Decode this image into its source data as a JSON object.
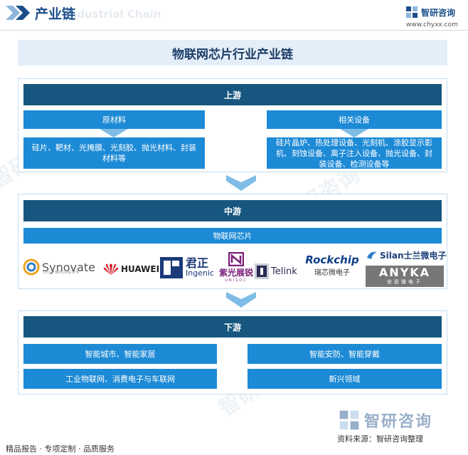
{
  "header": {
    "title": "产业链",
    "ghost_text": "Industrial Chain",
    "brand_name": "智研咨询",
    "brand_url": "www.chyxx.com"
  },
  "main_title": "物联网芯片行业产业链",
  "upstream": {
    "title": "上游",
    "left_head": "原材料",
    "left_body": "硅片、靶材、光掩膜、光刻胶、抛光材料、封装材料等",
    "right_head": "相关设备",
    "right_body": "硅片晶炉、热处理设备、光刻机、涂胶显示影机、刻蚀设备、离子注入设备、抛光设备、封装设备、检测设备等"
  },
  "midstream": {
    "title": "中游",
    "subtitle": "物联网芯片",
    "logos": {
      "synovate": "Synovate",
      "synovate_sub": "TECHNOLOGIES",
      "huawei": "HUAWEI",
      "ingenic_cn": "君正",
      "ingenic_en": "Ingenic",
      "unigroup": "紫光展锐",
      "unigroup_sub": "UNISOC",
      "telink": "Telink",
      "rockchip": "Rockchip",
      "rockchip_cn": "瑞芯微电子",
      "silan": "Silan士兰微电子",
      "anyka_en": "ANYKA",
      "anyka_cn": "安凯微电子"
    }
  },
  "downstream": {
    "title": "下游",
    "items": [
      "智能城市、智能家居",
      "智能安防、智能穿戴",
      "工业物联网、消费电子与车联网",
      "新兴领域"
    ]
  },
  "footer": {
    "left_text": "精品报告 · 专项定制 · 品质服务",
    "source": "资料来源：智研咨询整理",
    "brand_name": "智研咨询"
  },
  "colors": {
    "dark_bar": "#17577f",
    "box_blue": "#1d8ad6",
    "arrow_blue": "#7fbde6",
    "title_bg": "#e4eef8"
  }
}
